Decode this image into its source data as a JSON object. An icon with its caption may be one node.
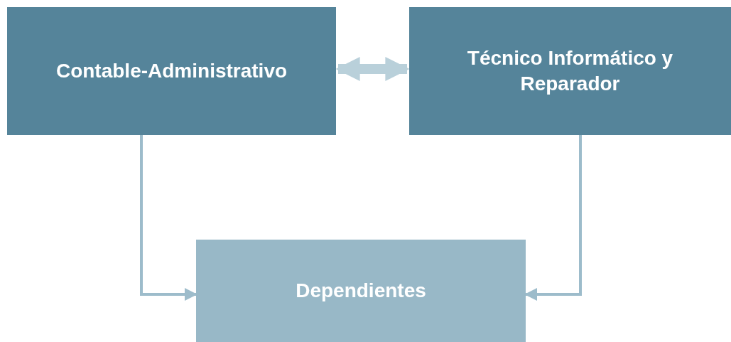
{
  "diagram": {
    "nodes": [
      {
        "text": [
          "Contable-Administrativo"
        ]
      },
      {
        "text": [
          "Técnico Informático y Reparador"
        ]
      },
      {
        "text": [
          "Dependientes"
        ]
      }
    ],
    "edges": [
      {
        "from": 0,
        "to": 1,
        "arrow": "both",
        "style": "thick",
        "color": "#b9d0da"
      },
      {
        "from": 0,
        "to": 2,
        "arrow": "to"
      },
      {
        "from": 1,
        "to": 2,
        "arrow": "to"
      }
    ]
  }
}
